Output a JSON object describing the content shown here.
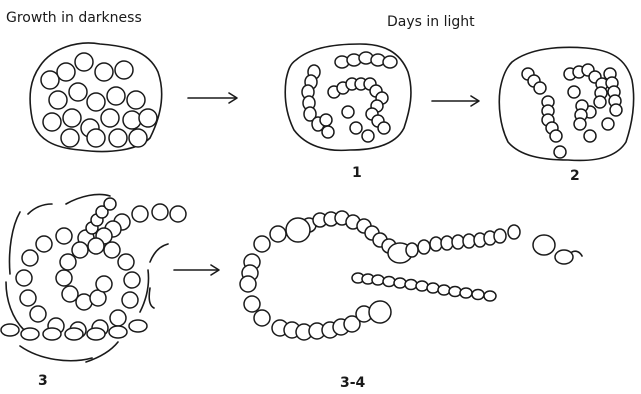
{
  "labels": {
    "growth_in_darkness": "Growth in darkness",
    "days_in_light": "Days in light"
  },
  "stages": {
    "stage_1": "1",
    "stage_2": "2",
    "stage_3": "3",
    "stage_3_4": "3-4"
  },
  "colors": {
    "ink": "#1a1a1a",
    "background": "#ffffff"
  }
}
